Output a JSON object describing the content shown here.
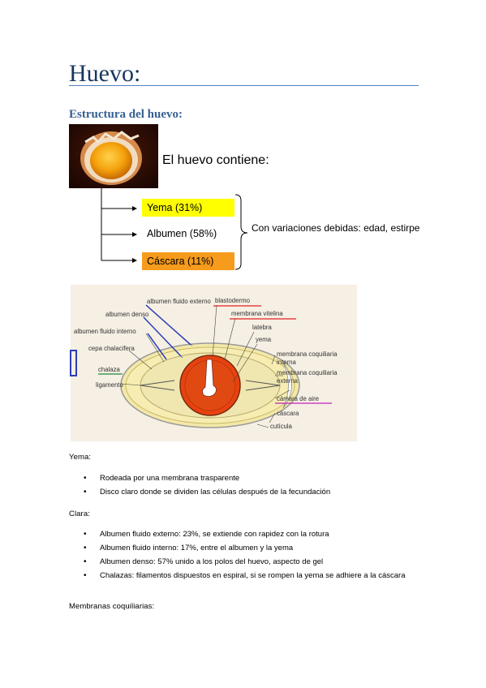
{
  "title": "Huevo:",
  "section_heading": "Estructura del huevo:",
  "figure": {
    "contiene": "El huevo contiene:",
    "yema": "Yema (31%)",
    "albumen": "Albumen (58%)",
    "cascara": "Cáscara (11%)",
    "variaciones": "Con variaciones debidas: edad, estirpe"
  },
  "diagram": {
    "labels": {
      "albumen_fluido_externo": "albumen fluido externo",
      "albumen_denso": "albumen denso",
      "albumen_fluido_interno": "albumen fluido interno",
      "cepa_chalacifera": "cepa chalacifera",
      "chalaza": "chalaza",
      "ligamento": "ligamento",
      "blastodermo": "blastodermo",
      "membrana_vitelina": "membrana vitelina",
      "latebra": "latebra",
      "yema": "yema",
      "membrana_coquiliaria_interna_1": "membrana coquiliaria",
      "membrana_coquiliaria_interna_2": "interna",
      "membrana_coquiliaria_externa_1": "membrana coquiliaria",
      "membrana_coquiliaria_externa_2": "externa",
      "camara_de_aire": "cámara de aire",
      "cascara": "cáscara",
      "cuticula": "cutícula"
    }
  },
  "yema_heading": "Yema:",
  "yema_items": [
    "Rodeada por una membrana trasparente",
    "Disco claro donde se dividen las células después de la fecundación"
  ],
  "clara_heading": "Clara:",
  "clara_items": [
    "Albumen fluido externo: 23%, se extiende con rapidez con la rotura",
    "Albumen fluido interno: 17%, entre el albumen y la yema",
    "Albumen denso: 57% unido a los polos del huevo, aspecto de gel",
    "Chalazas: filamentos dispuestos en espiral, si se rompen la yema se adhiere a la cáscara"
  ],
  "membranas_heading": "Membranas coquiliarias:",
  "colors": {
    "title": "#17365d",
    "heading": "#365f91",
    "yema_box": "#ffff00",
    "cascara_box": "#f79b1c",
    "yolk": "#e8420f"
  }
}
